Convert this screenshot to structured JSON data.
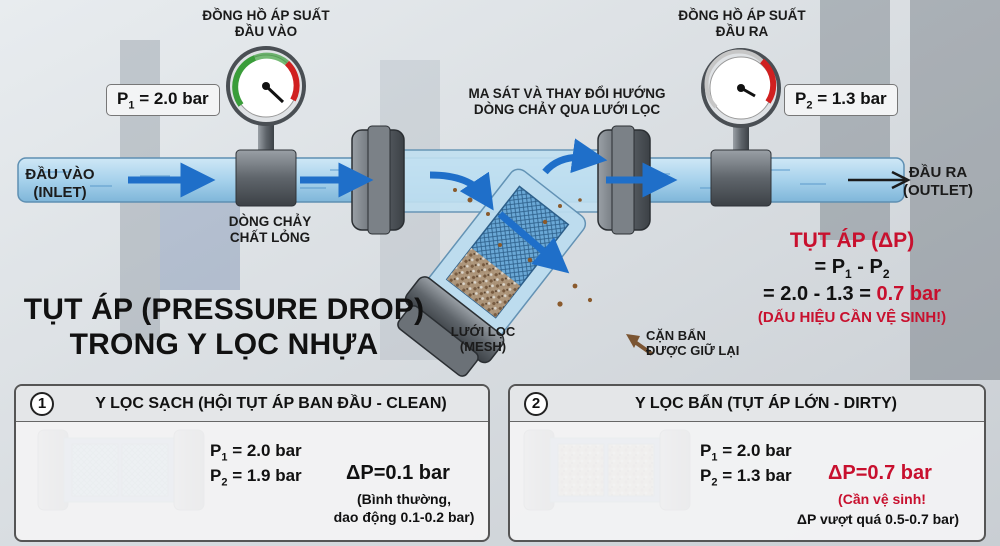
{
  "gauges": {
    "inlet_title": "ĐỒNG HỒ ÁP SUẤT\nĐẦU VÀO",
    "outlet_title": "ĐỒNG HỒ ÁP SUẤT\nĐẦU RA",
    "p1_label": "P",
    "p1_sub": "1",
    "p1_value": " = 2.0 bar",
    "p2_label": "P",
    "p2_sub": "2",
    "p2_value": " = 1.3 bar"
  },
  "flow": {
    "inlet": "ĐẦU VÀO\n(INLET)",
    "outlet": "ĐẦU RA\n(OUTLET)",
    "fluid": "DÒNG CHẢY\nCHẤT LỎNG",
    "friction": "MA SÁT VÀ THAY ĐỔI HƯỚNG\nDÒNG CHẢY QUA LƯỚI LỌC",
    "mesh": "LƯỚI LỌC\n(MESH)",
    "dirt": "CẶN BẨN\nĐƯỢC GIỮ LẠI"
  },
  "title": "TỤT ÁP (PRESSURE DROP)\nTRONG Y LỌC NHỰA",
  "pressure_drop": {
    "heading": "TỤT ÁP (ΔP)",
    "formula_a": "= P",
    "sub1": "1",
    "formula_b": " - P",
    "sub2": "2",
    "calc": "= 2.0 - 1.3 = ",
    "result": "0.7 bar",
    "warning": "(DẤU HIỆU CẦN VỆ SINH!)"
  },
  "panels": [
    {
      "number": "1",
      "heading": "Y LỌC SẠCH (HỘI TỤT ÁP BAN ĐẦU - CLEAN)",
      "p1_sub": "1",
      "p1_text": " = 2.0 bar",
      "p2_sub": "2",
      "p2_text": " = 1.9 bar",
      "dp": "ΔP=0.1 bar",
      "note": "(Bình thường,\ndao động 0.1-0.2 bar)"
    },
    {
      "number": "2",
      "heading": "Y LỌC BẨN (TỤT ÁP LỚN - DIRTY)",
      "p1_sub": "1",
      "p1_text": " = 2.0 bar",
      "p2_sub": "2",
      "p2_text": " = 1.3 bar",
      "dp": "ΔP=0.7 bar",
      "note_red": "(Cần vệ sinh!",
      "note": "ΔP vượt quá 0.5-0.7 bar)"
    }
  ],
  "colors": {
    "pipe": "#a9d4ec",
    "arrow": "#1f6fc9",
    "accent_red": "#c8102e",
    "gauge_green": "#3a9d3a",
    "gauge_red": "#d02020"
  }
}
